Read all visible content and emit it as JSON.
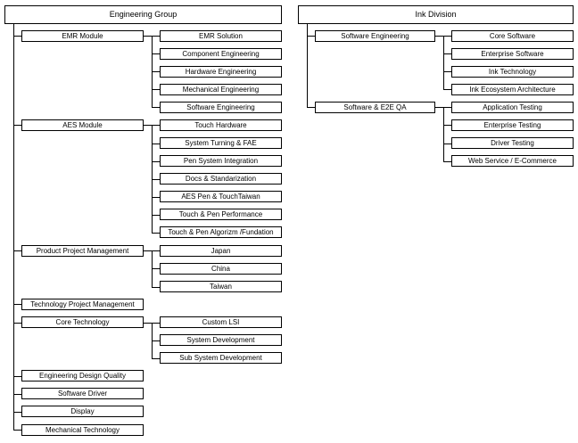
{
  "engineering_group": {
    "title": "Engineering Group",
    "emr": {
      "label": "EMR Module",
      "children": [
        "EMR Solution",
        "Component Engineering",
        "Hardware Engineering",
        "Mechanical Engineering",
        "Software Engineering"
      ]
    },
    "aes": {
      "label": "AES Module",
      "children": [
        "Touch Hardware",
        "System Turning & FAE",
        "Pen System Integration",
        "Docs & Standarization",
        "AES Pen & TouchTaiwan",
        "Touch & Pen Performance",
        "Touch & Pen Algorizm /Fundation"
      ]
    },
    "ppm": {
      "label": "Product Project Management",
      "children": [
        "Japan",
        "China",
        "Taiwan"
      ]
    },
    "tpm": {
      "label": "Technology Project Management"
    },
    "core": {
      "label": "Core Technology",
      "children": [
        "Custom LSI",
        "System Development",
        "Sub System Development"
      ]
    },
    "edq": {
      "label": "Engineering Design Quality"
    },
    "driver": {
      "label": "Software Driver"
    },
    "display": {
      "label": "Display"
    },
    "mech": {
      "label": "Mechanical Technology"
    }
  },
  "ink_division": {
    "title": "Ink Division",
    "swe": {
      "label": "Software Engineering",
      "children": [
        "Core Software",
        "Enterprise Software",
        "Ink Technology",
        "Ink Ecosystem Architecture"
      ]
    },
    "qa": {
      "label": "Software & E2E QA",
      "children": [
        "Application Testing",
        "Enterprise Testing",
        "Driver Testing",
        "Web Service / E-Commerce"
      ]
    }
  }
}
